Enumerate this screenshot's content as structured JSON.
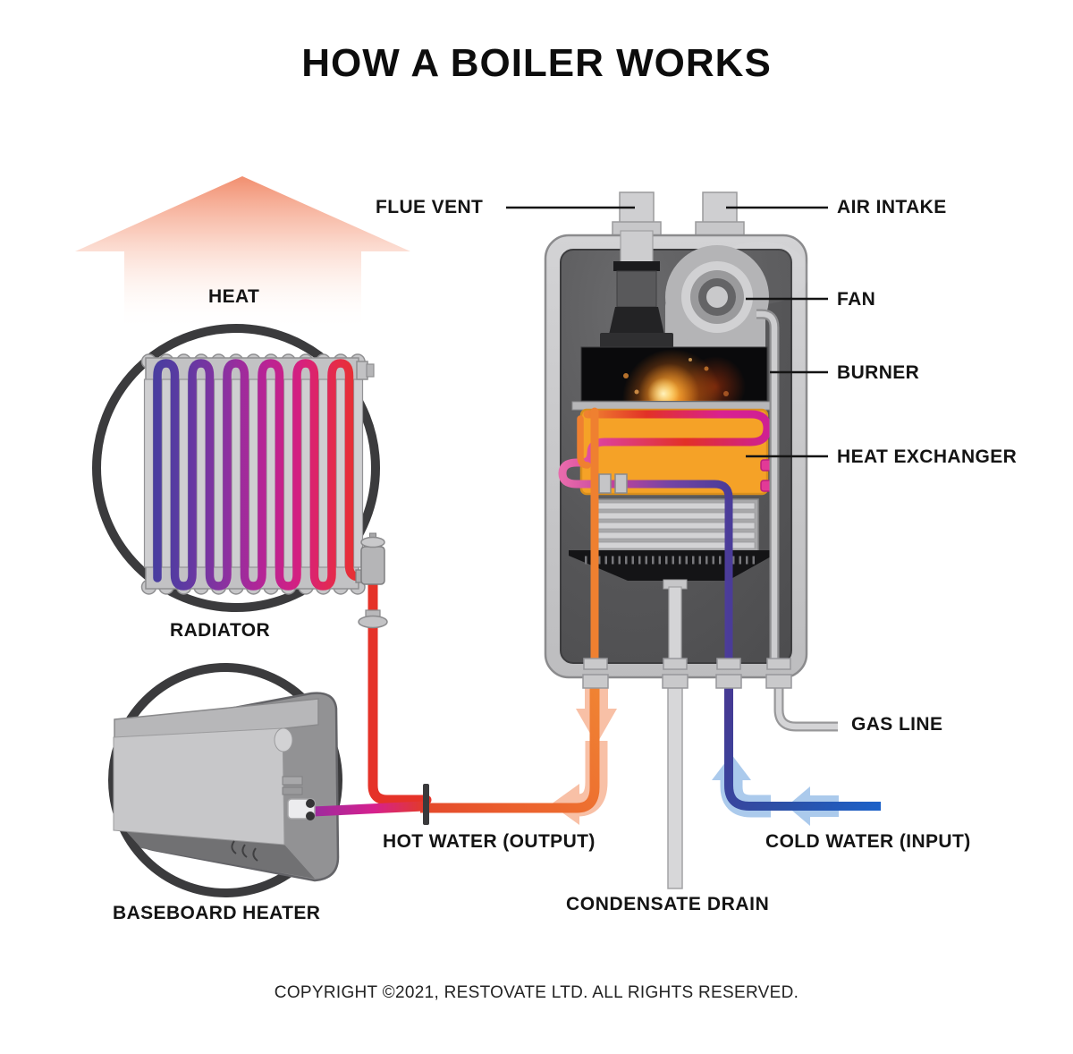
{
  "title": "HOW A BOILER WORKS",
  "footer": {
    "copyright": "COPYRIGHT ©2021, RESTOVATE LTD. ALL RIGHTS RESERVED."
  },
  "labels": {
    "heat": "HEAT",
    "flue_vent": "FLUE VENT",
    "air_intake": "AIR INTAKE",
    "fan": "FAN",
    "burner": "BURNER",
    "heat_exchanger": "HEAT EXCHANGER",
    "gas_line": "GAS LINE",
    "radiator": "RADIATOR",
    "baseboard_heater": "BASEBOARD HEATER",
    "hot_water": "HOT WATER (OUTPUT)",
    "cold_water": "COLD WATER (INPUT)",
    "condensate_drain": "CONDENSATE DRAIN"
  },
  "colors": {
    "hot_red": "#e53228",
    "hot_orange": "#ee7b2d",
    "magenta": "#d6208e",
    "cold_blue": "#1c61c8",
    "cold_purple": "#453a94",
    "exchanger_orange": "#f5a227",
    "flame_orange": "#ff8c1e",
    "metal_light": "#c9c9cb",
    "metal_dark": "#565658",
    "heat_arrow_peach": "#f2916e",
    "flow_arrow_peach": "#f8c0a6",
    "flow_arrow_blue": "#abcaec"
  }
}
